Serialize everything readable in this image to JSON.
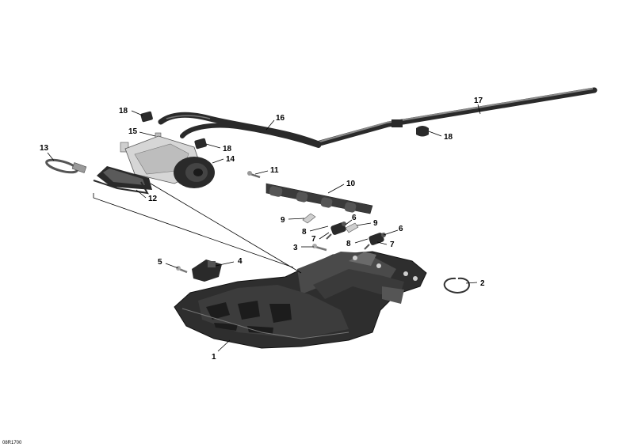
{
  "diagram": {
    "reference_code": "08R1700",
    "callouts": {
      "c1": "1",
      "c2": "2",
      "c3": "3",
      "c4": "4",
      "c5": "5",
      "c6a": "6",
      "c6b": "6",
      "c7a": "7",
      "c7b": "7",
      "c8a": "8",
      "c8b": "8",
      "c9a": "9",
      "c9b": "9",
      "c10": "10",
      "c11": "11",
      "c12": "12",
      "c13": "13",
      "c14": "14",
      "c15": "15",
      "c16": "16",
      "c17": "17",
      "c18a": "18",
      "c18b": "18",
      "c18c": "18"
    }
  },
  "colors": {
    "part_dark": "#2a2a2a",
    "part_mid": "#5a5a5a",
    "part_light": "#bdbdbd",
    "line": "#000000"
  }
}
